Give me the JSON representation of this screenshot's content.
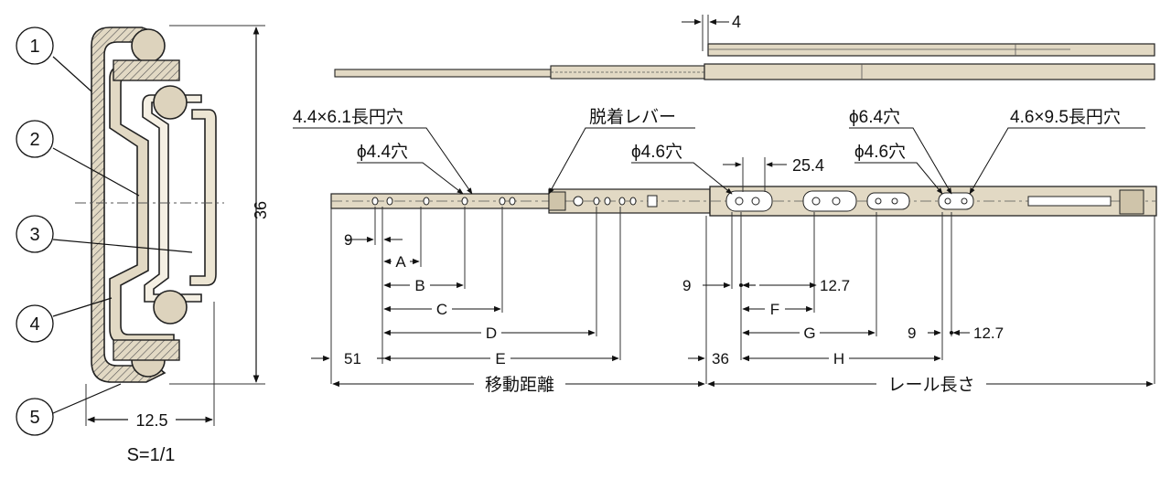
{
  "cross_section": {
    "scale": "S=1/1",
    "width": "12.5",
    "height": "36",
    "parts": [
      "1",
      "2",
      "3",
      "4",
      "5"
    ]
  },
  "top_view": {
    "offset": "4"
  },
  "annotations": {
    "slot_left": "4.4×6.1長円穴",
    "hole_left": "ϕ4.4穴",
    "lever": "脱着レバー",
    "hole_mid": "ϕ4.6穴",
    "pitch": "25.4",
    "hole_right_a": "ϕ6.4穴",
    "hole_right_b": "ϕ4.6穴",
    "slot_right": "4.6×9.5長円穴"
  },
  "dimensions": {
    "left_9": "9",
    "A": "A",
    "B": "B",
    "C": "C",
    "D": "D",
    "E": "E",
    "d51": "51",
    "mid_9": "9",
    "d12_7_a": "12.7",
    "F": "F",
    "G": "G",
    "H": "H",
    "d36": "36",
    "right_9": "9",
    "d12_7_b": "12.7",
    "travel": "移動距離",
    "rail_length": "レール長さ"
  }
}
